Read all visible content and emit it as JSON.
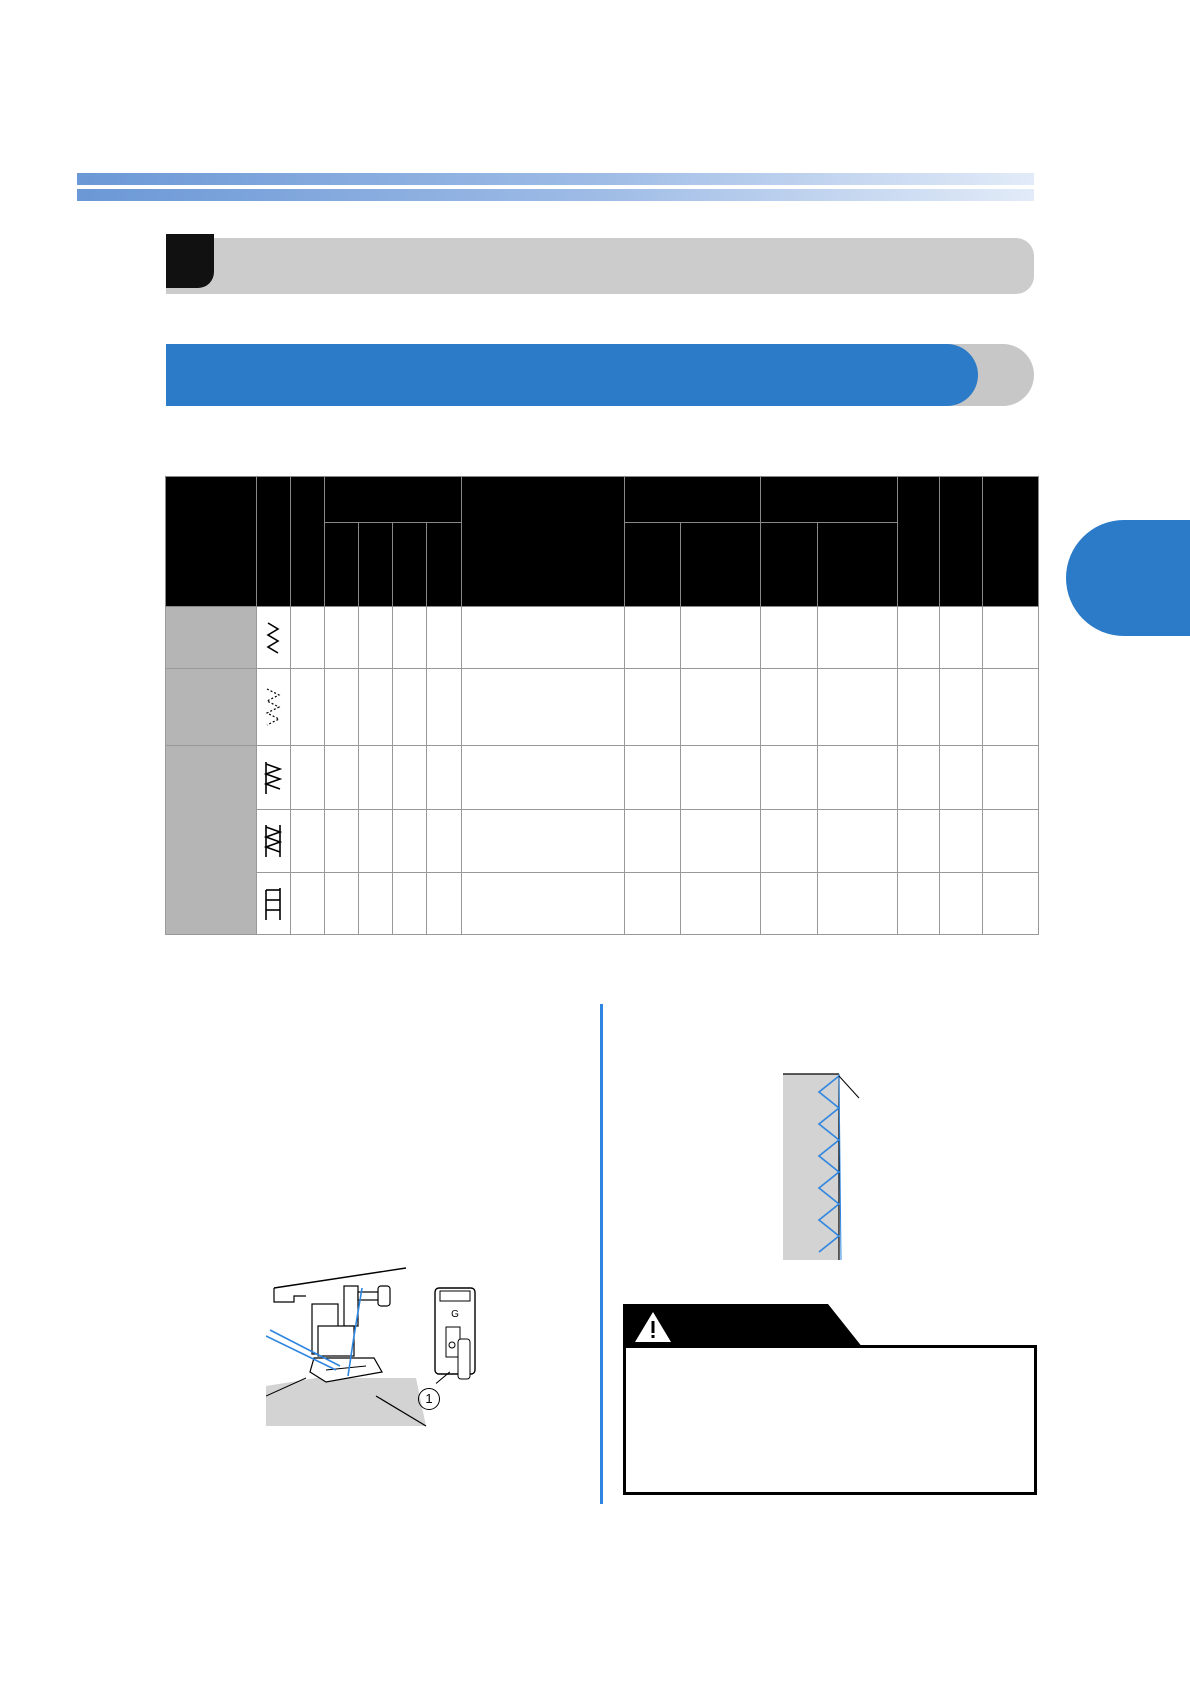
{
  "table": {
    "rows": [
      {
        "group_rowspan": 1,
        "icon": "zigzag-stitch-icon"
      },
      {
        "group_rowspan": 1,
        "icon": "dashed-zigzag-stitch-icon"
      },
      {
        "group_rowspan": 3,
        "icon": "overcast-stitch-icon"
      },
      {
        "icon": "double-overcast-stitch-icon"
      },
      {
        "icon": "straight-overcast-stitch-icon"
      }
    ]
  },
  "figure_left": {
    "callout_number": "1",
    "foot_letter": "G",
    "icons": [
      "presser-foot-illustration",
      "overcasting-foot-g-icon"
    ]
  },
  "figure_right": {
    "icons": [
      "fabric-edge-overcast-illustration"
    ]
  },
  "caution": {
    "icon": "warning-triangle-icon"
  },
  "colors": {
    "accent_blue": "#2b7bc8",
    "divider_blue": "#2e86e0",
    "section_gray": "#cccccc"
  }
}
